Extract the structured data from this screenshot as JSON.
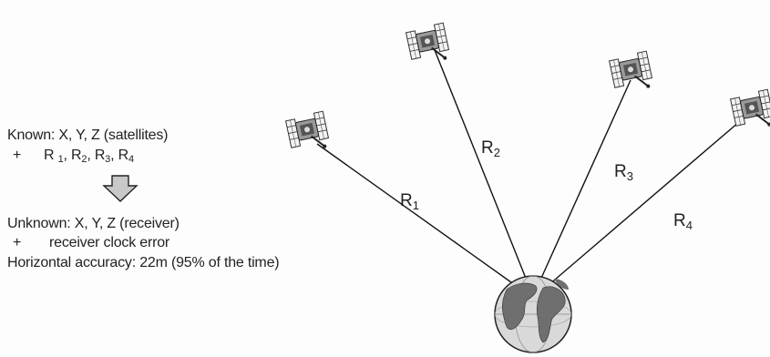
{
  "known": {
    "line1": "Known: X, Y, Z (satellites)",
    "plus": "+",
    "ranges": [
      {
        "letter": "R",
        "sub": "1"
      },
      {
        "letter": "R",
        "sub": "2"
      },
      {
        "letter": "R",
        "sub": "3"
      },
      {
        "letter": "R",
        "sub": "4"
      }
    ]
  },
  "unknown": {
    "line1": "Unknown: X, Y, Z (receiver)",
    "plus": "+",
    "line2": "receiver clock error",
    "accuracy": "Horizontal accuracy:  22m (95% of the time)"
  },
  "range_labels": [
    {
      "letter": "R",
      "sub": "1"
    },
    {
      "letter": "R",
      "sub": "2"
    },
    {
      "letter": "R",
      "sub": "3"
    },
    {
      "letter": "R",
      "sub": "4"
    }
  ],
  "icons": {
    "arrow": "down-arrow-icon",
    "satellite": "satellite-icon",
    "globe": "earth-globe-icon"
  },
  "colors": {
    "text": "#222222",
    "lines": "#111111",
    "arrow_fill": "#c8c8c8",
    "globe_ocean": "#d9d9d9",
    "globe_land": "#6f6f6f"
  }
}
